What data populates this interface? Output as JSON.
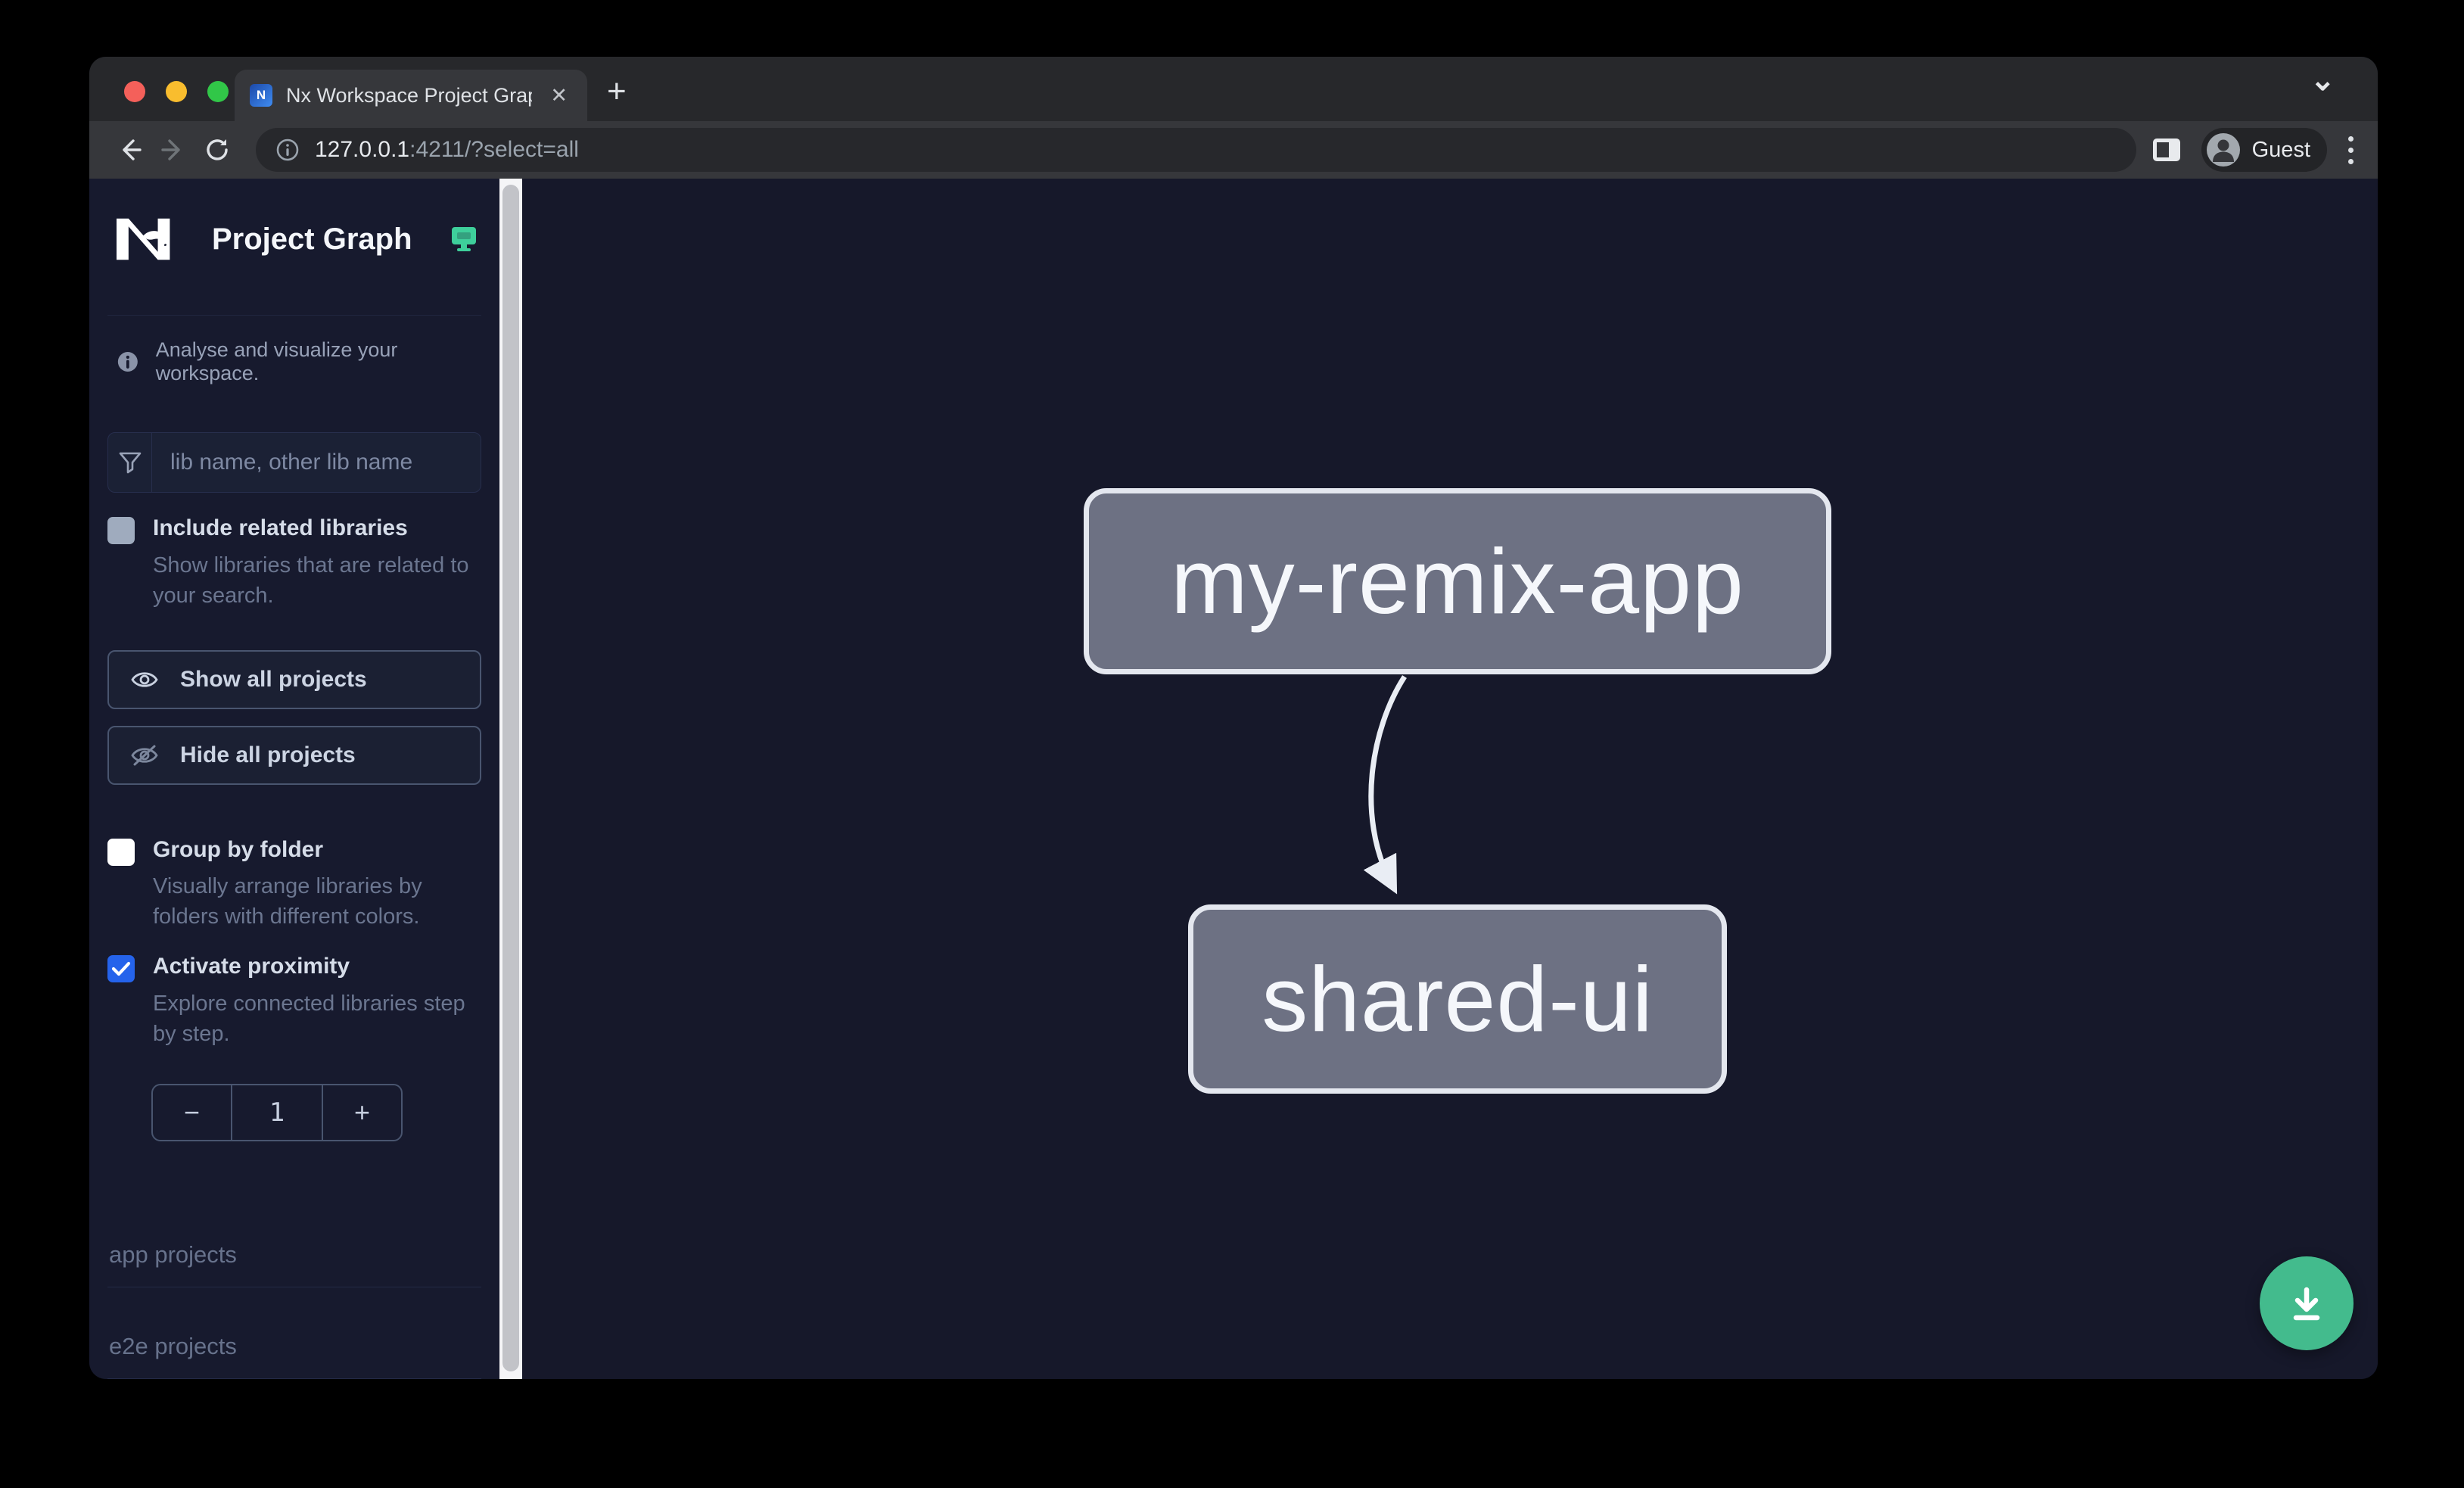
{
  "browser": {
    "tab_title": "Nx Workspace Project Graph",
    "url_host": "127.0.0.1",
    "url_rest": ":4211/?select=all",
    "profile_label": "Guest",
    "icons": {
      "close": "✕",
      "new_tab": "+",
      "tab_overflow": "⌄"
    }
  },
  "sidebar": {
    "title": "Project Graph",
    "tagline": "Analyse and visualize your workspace.",
    "search_placeholder": "lib name, other lib name",
    "include_related": {
      "label": "Include related libraries",
      "description": "Show libraries that are related to your search.",
      "checked": false
    },
    "show_all_label": "Show all projects",
    "hide_all_label": "Hide all projects",
    "group_by_folder": {
      "label": "Group by folder",
      "description": "Visually arrange libraries by folders with different colors.",
      "checked": false
    },
    "activate_proximity": {
      "label": "Activate proximity",
      "description": "Explore connected libraries step by step.",
      "checked": true
    },
    "proximity_stepper": {
      "decrement": "−",
      "value": "1",
      "increment": "+"
    },
    "sections": [
      {
        "label": "app projects"
      },
      {
        "label": "e2e projects"
      }
    ]
  },
  "graph": {
    "nodes": [
      {
        "label": "my-remix-app"
      },
      {
        "label": "shared-ui"
      }
    ],
    "edges": [
      {
        "source": "my-remix-app",
        "target": "shared-ui"
      }
    ]
  },
  "colors": {
    "sidebar_bg": "#171a2e",
    "canvas_bg": "#16182a",
    "node_fill": "#6d7183",
    "node_border": "#e4e7ef",
    "checkbox_checked_blue": "#2563eb",
    "accent_teal": "#3ecf9b",
    "fab_green": "#43bb8d"
  }
}
